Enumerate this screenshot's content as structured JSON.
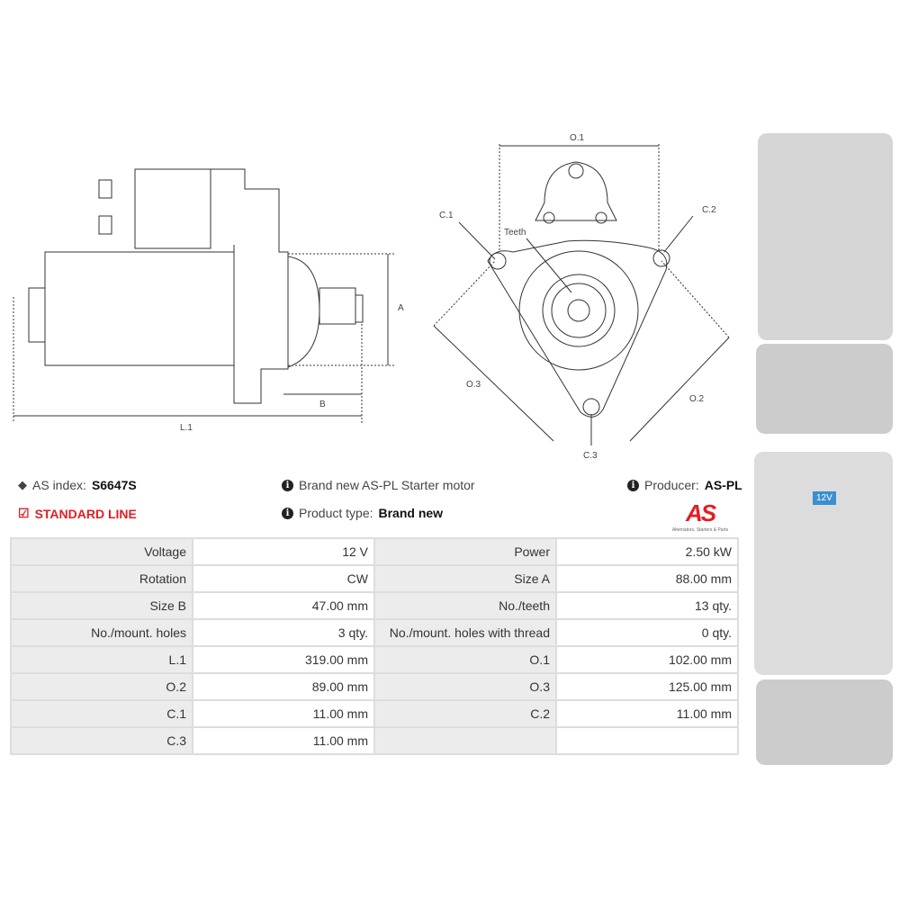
{
  "info": {
    "as_index_label": "AS index:",
    "as_index_value": "S6647S",
    "line": "STANDARD LINE",
    "description": "Brand new AS-PL Starter motor",
    "product_type_label": "Product type:",
    "product_type_value": "Brand new",
    "producer_label": "Producer:",
    "producer_value": "AS-PL"
  },
  "logo": {
    "text": "AS",
    "tagline": "Alternators, Starters & Parts"
  },
  "diagram": {
    "A": "A",
    "B": "B",
    "L1": "L.1",
    "O1": "O.1",
    "O2": "O.2",
    "O3": "O.3",
    "C1": "C.1",
    "C2": "C.2",
    "C3": "C.3",
    "teeth": "Teeth"
  },
  "specs": [
    [
      "Voltage",
      "12 V",
      "Power",
      "2.50 kW"
    ],
    [
      "Rotation",
      "CW",
      "Size A",
      "88.00 mm"
    ],
    [
      "Size B",
      "47.00 mm",
      "No./teeth",
      "13 qty."
    ],
    [
      "No./mount. holes",
      "3 qty.",
      "No./mount. holes with thread",
      "0 qty."
    ],
    [
      "L.1",
      "319.00 mm",
      "O.1",
      "102.00 mm"
    ],
    [
      "O.2",
      "89.00 mm",
      "O.3",
      "125.00 mm"
    ],
    [
      "C.1",
      "11.00 mm",
      "C.2",
      "11.00 mm"
    ],
    [
      "C.3",
      "11.00 mm",
      "",
      ""
    ]
  ],
  "photo_badge": "12V"
}
